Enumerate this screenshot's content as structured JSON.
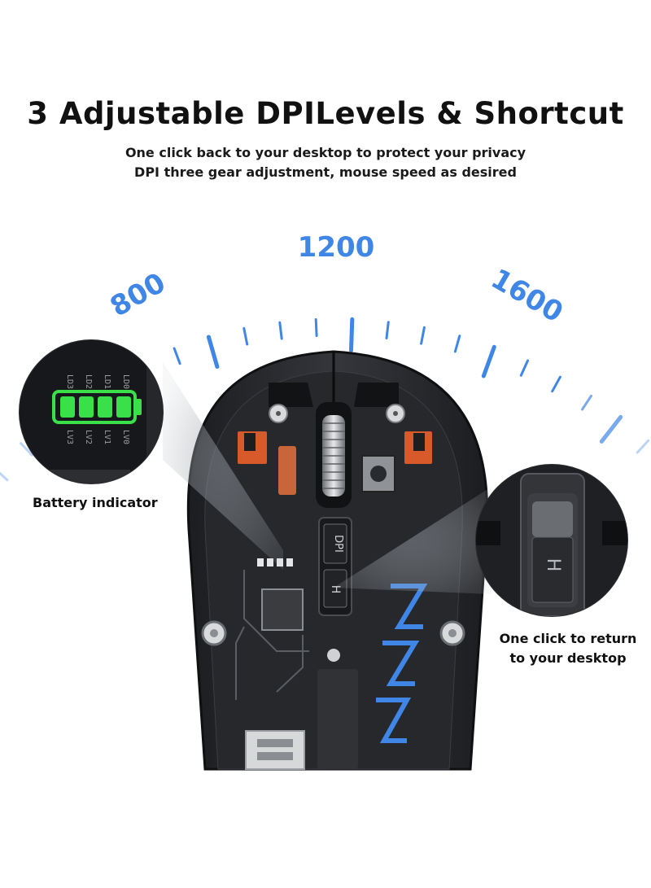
{
  "header": {
    "title": "3 Adjustable DPILevels & Shortcut",
    "subtitle_line1": "One click back to your desktop to protect your privacy",
    "subtitle_line2": "DPI three gear adjustment, mouse speed as desired"
  },
  "dpi_levels": [
    "800",
    "1200",
    "1600"
  ],
  "mouse": {
    "dpi_button_label": "DPI",
    "desktop_button_label": "H"
  },
  "callouts": {
    "battery": {
      "label": "Battery indicator",
      "led_labels": [
        "LV3",
        "LV2",
        "LV1",
        "LV0"
      ],
      "led_codes": [
        "LD3",
        "LD2",
        "LD1",
        "LD0"
      ]
    },
    "desktop_shortcut": {
      "label_line1": "One click to return",
      "label_line2": "to your desktop",
      "button_label": "H"
    }
  },
  "colors": {
    "accent": "#3f86e6",
    "battery_green": "#39e04a",
    "mouse_body": "#2a2c30",
    "internal_orange": "#d85a2a"
  }
}
